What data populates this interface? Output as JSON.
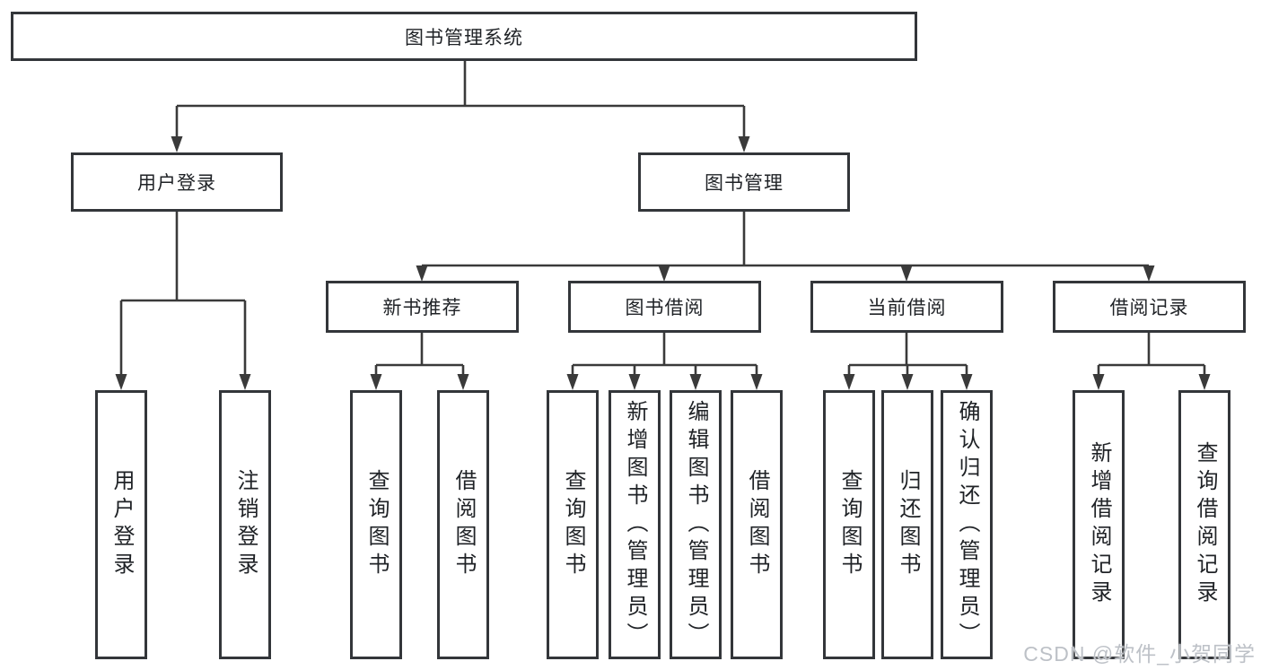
{
  "tree": {
    "root": {
      "label": "图书管理系统",
      "children": [
        {
          "label": "用户登录",
          "children": [
            {
              "label": "用户登录"
            },
            {
              "label": "注销登录"
            }
          ]
        },
        {
          "label": "图书管理",
          "children": [
            {
              "label": "新书推荐",
              "children": [
                {
                  "label": "查询图书"
                },
                {
                  "label": "借阅图书"
                }
              ]
            },
            {
              "label": "图书借阅",
              "children": [
                {
                  "label": "查询图书"
                },
                {
                  "label": "新增图书（管理员）"
                },
                {
                  "label": "编辑图书（管理员）"
                },
                {
                  "label": "借阅图书"
                }
              ]
            },
            {
              "label": "当前借阅",
              "children": [
                {
                  "label": "查询图书"
                },
                {
                  "label": "归还图书"
                },
                {
                  "label": "确认归还（管理员）"
                }
              ]
            },
            {
              "label": "借阅记录",
              "children": [
                {
                  "label": "新增借阅记录"
                },
                {
                  "label": "查询借阅记录"
                }
              ]
            }
          ]
        }
      ]
    }
  },
  "watermark": {
    "text": "CSDN @软件_小贺同学"
  },
  "colors": {
    "line": "#3a3a3a",
    "box_border": "#33363a",
    "text": "#1f2226",
    "watermark": "#bdc1c7",
    "background": "#ffffff"
  }
}
